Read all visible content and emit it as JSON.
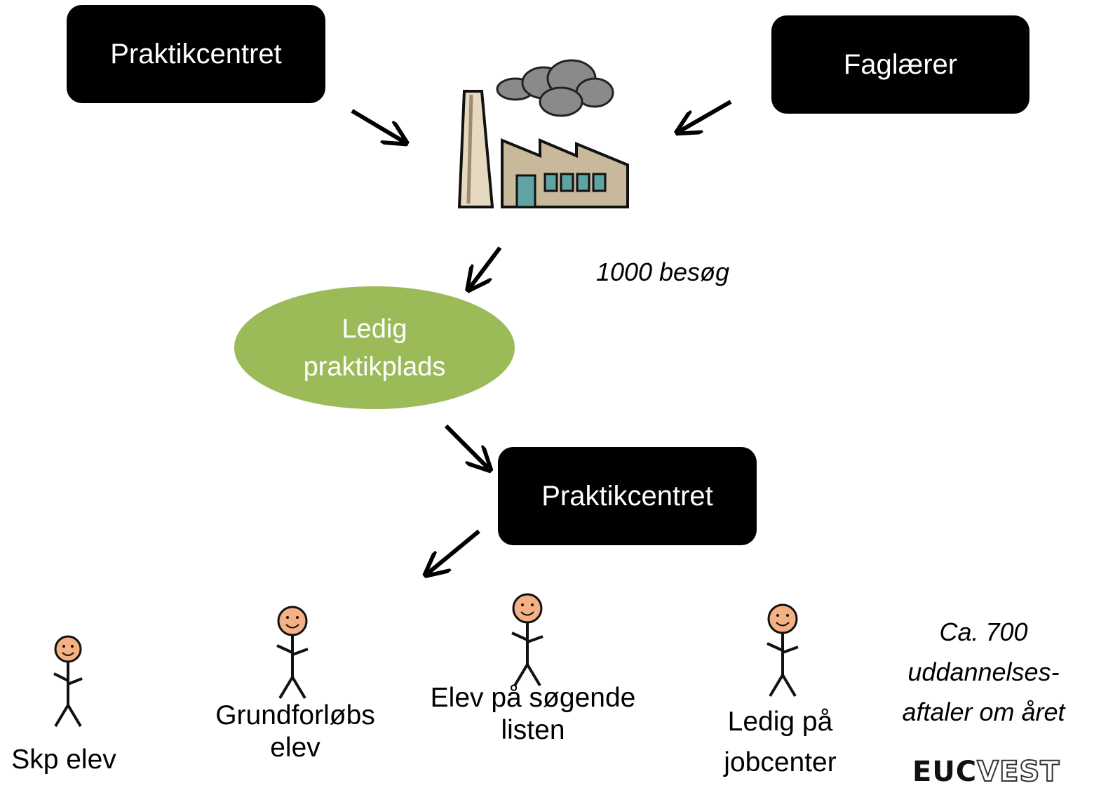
{
  "nodes": {
    "top_left_box": "Praktikcentret",
    "top_right_box": "Faglærer",
    "opening": {
      "line1": "Ledig",
      "line2": "praktikplads"
    },
    "middle_box": "Praktikcentret"
  },
  "annotations": {
    "visits": "1000 besøg",
    "agreements": {
      "line1": "Ca. 700",
      "line2": "uddannelses-",
      "line3": "aftaler om året"
    }
  },
  "people": [
    {
      "line1": "Skp elev",
      "line2": ""
    },
    {
      "line1": "Grundforløbs",
      "line2": "elev"
    },
    {
      "line1": "Elev på søgende",
      "line2": "listen"
    },
    {
      "line1": "Ledig på",
      "line2": "jobcenter"
    }
  ],
  "logo": {
    "part1": "EUC",
    "part2": "VEST"
  },
  "colors": {
    "box": "#000000",
    "ellipse": "#9bbb59",
    "face": "#f4b183",
    "factory_wall": "#c8b99a",
    "window": "#5fa3a3",
    "smoke": "#808080"
  }
}
